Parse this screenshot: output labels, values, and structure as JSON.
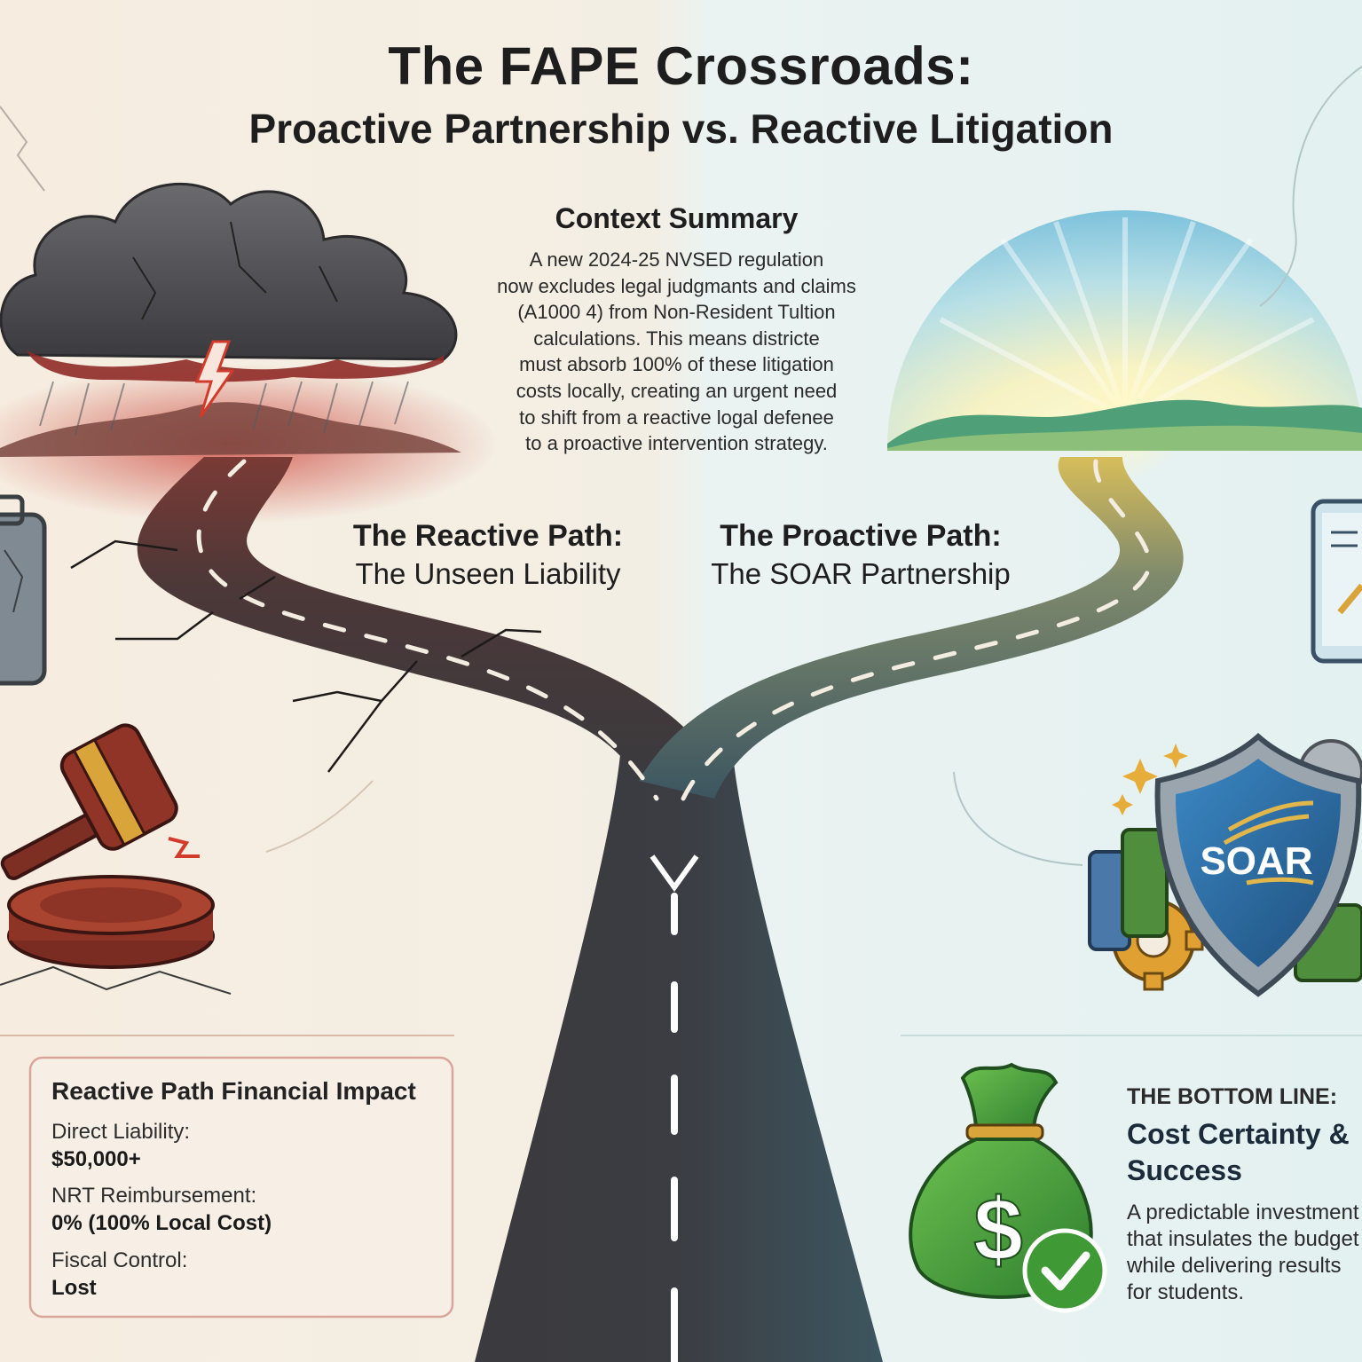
{
  "title": {
    "line1": "The FAPE Crossroads:",
    "line2": "Proactive Partnership vs. Reactive Litigation"
  },
  "context": {
    "heading": "Context Summary",
    "lines": [
      "A new 2024-25 NVSED regulation",
      "now excludes legal judgmants and claims",
      "(A1000 4) from Non-Resident Tultion",
      "calculations. This means districte",
      "must absorb 100% of these litigation",
      "costs locally, creating an urgent need",
      "to shift from a reactive logal defenee",
      "to a proactive intervention strategy."
    ]
  },
  "reactive": {
    "heading": "The Reactive Path:",
    "subheading": "The Unseen Liability",
    "card": {
      "title": "Reactive Path Financial Impact",
      "items": [
        {
          "label": "Direct Liability:",
          "value": "$50,000+"
        },
        {
          "label": "NRT Reimbursement:",
          "value": "0% (100% Local Cost)"
        },
        {
          "label": "Fiscal Control:",
          "value": "Lost"
        }
      ]
    }
  },
  "proactive": {
    "heading": "The Proactive Path:",
    "subheading": "The SOAR Partnership",
    "shield_text": "SOAR",
    "bottom_line": {
      "label": "THE BOTTOM LINE:",
      "title_lines": [
        "Cost Certainty &",
        "Success"
      ],
      "body_lines": [
        "A predictable investment",
        "that insulates the budget",
        "while delivering results",
        "for students."
      ]
    }
  },
  "icons": [
    "storm-cloud-icon",
    "lightning-icon",
    "briefcase-icon",
    "gavel-icon",
    "sunrise-icon",
    "laptop-chart-icon",
    "shield-icon",
    "gear-icon",
    "money-bag-icon",
    "checkmark-icon"
  ],
  "colors": {
    "left_bg": "#f5ede0",
    "right_bg": "#e6f2f1",
    "road_dark": "#3b3a3d",
    "road_red": "#6a3433",
    "road_gold": "#b79b4a",
    "road_teal": "#3c5560",
    "storm_red": "#c8372d",
    "sun_yellow": "#fff3b0",
    "money_green": "#3f9a35",
    "shield_blue": "#2a6aa0"
  }
}
